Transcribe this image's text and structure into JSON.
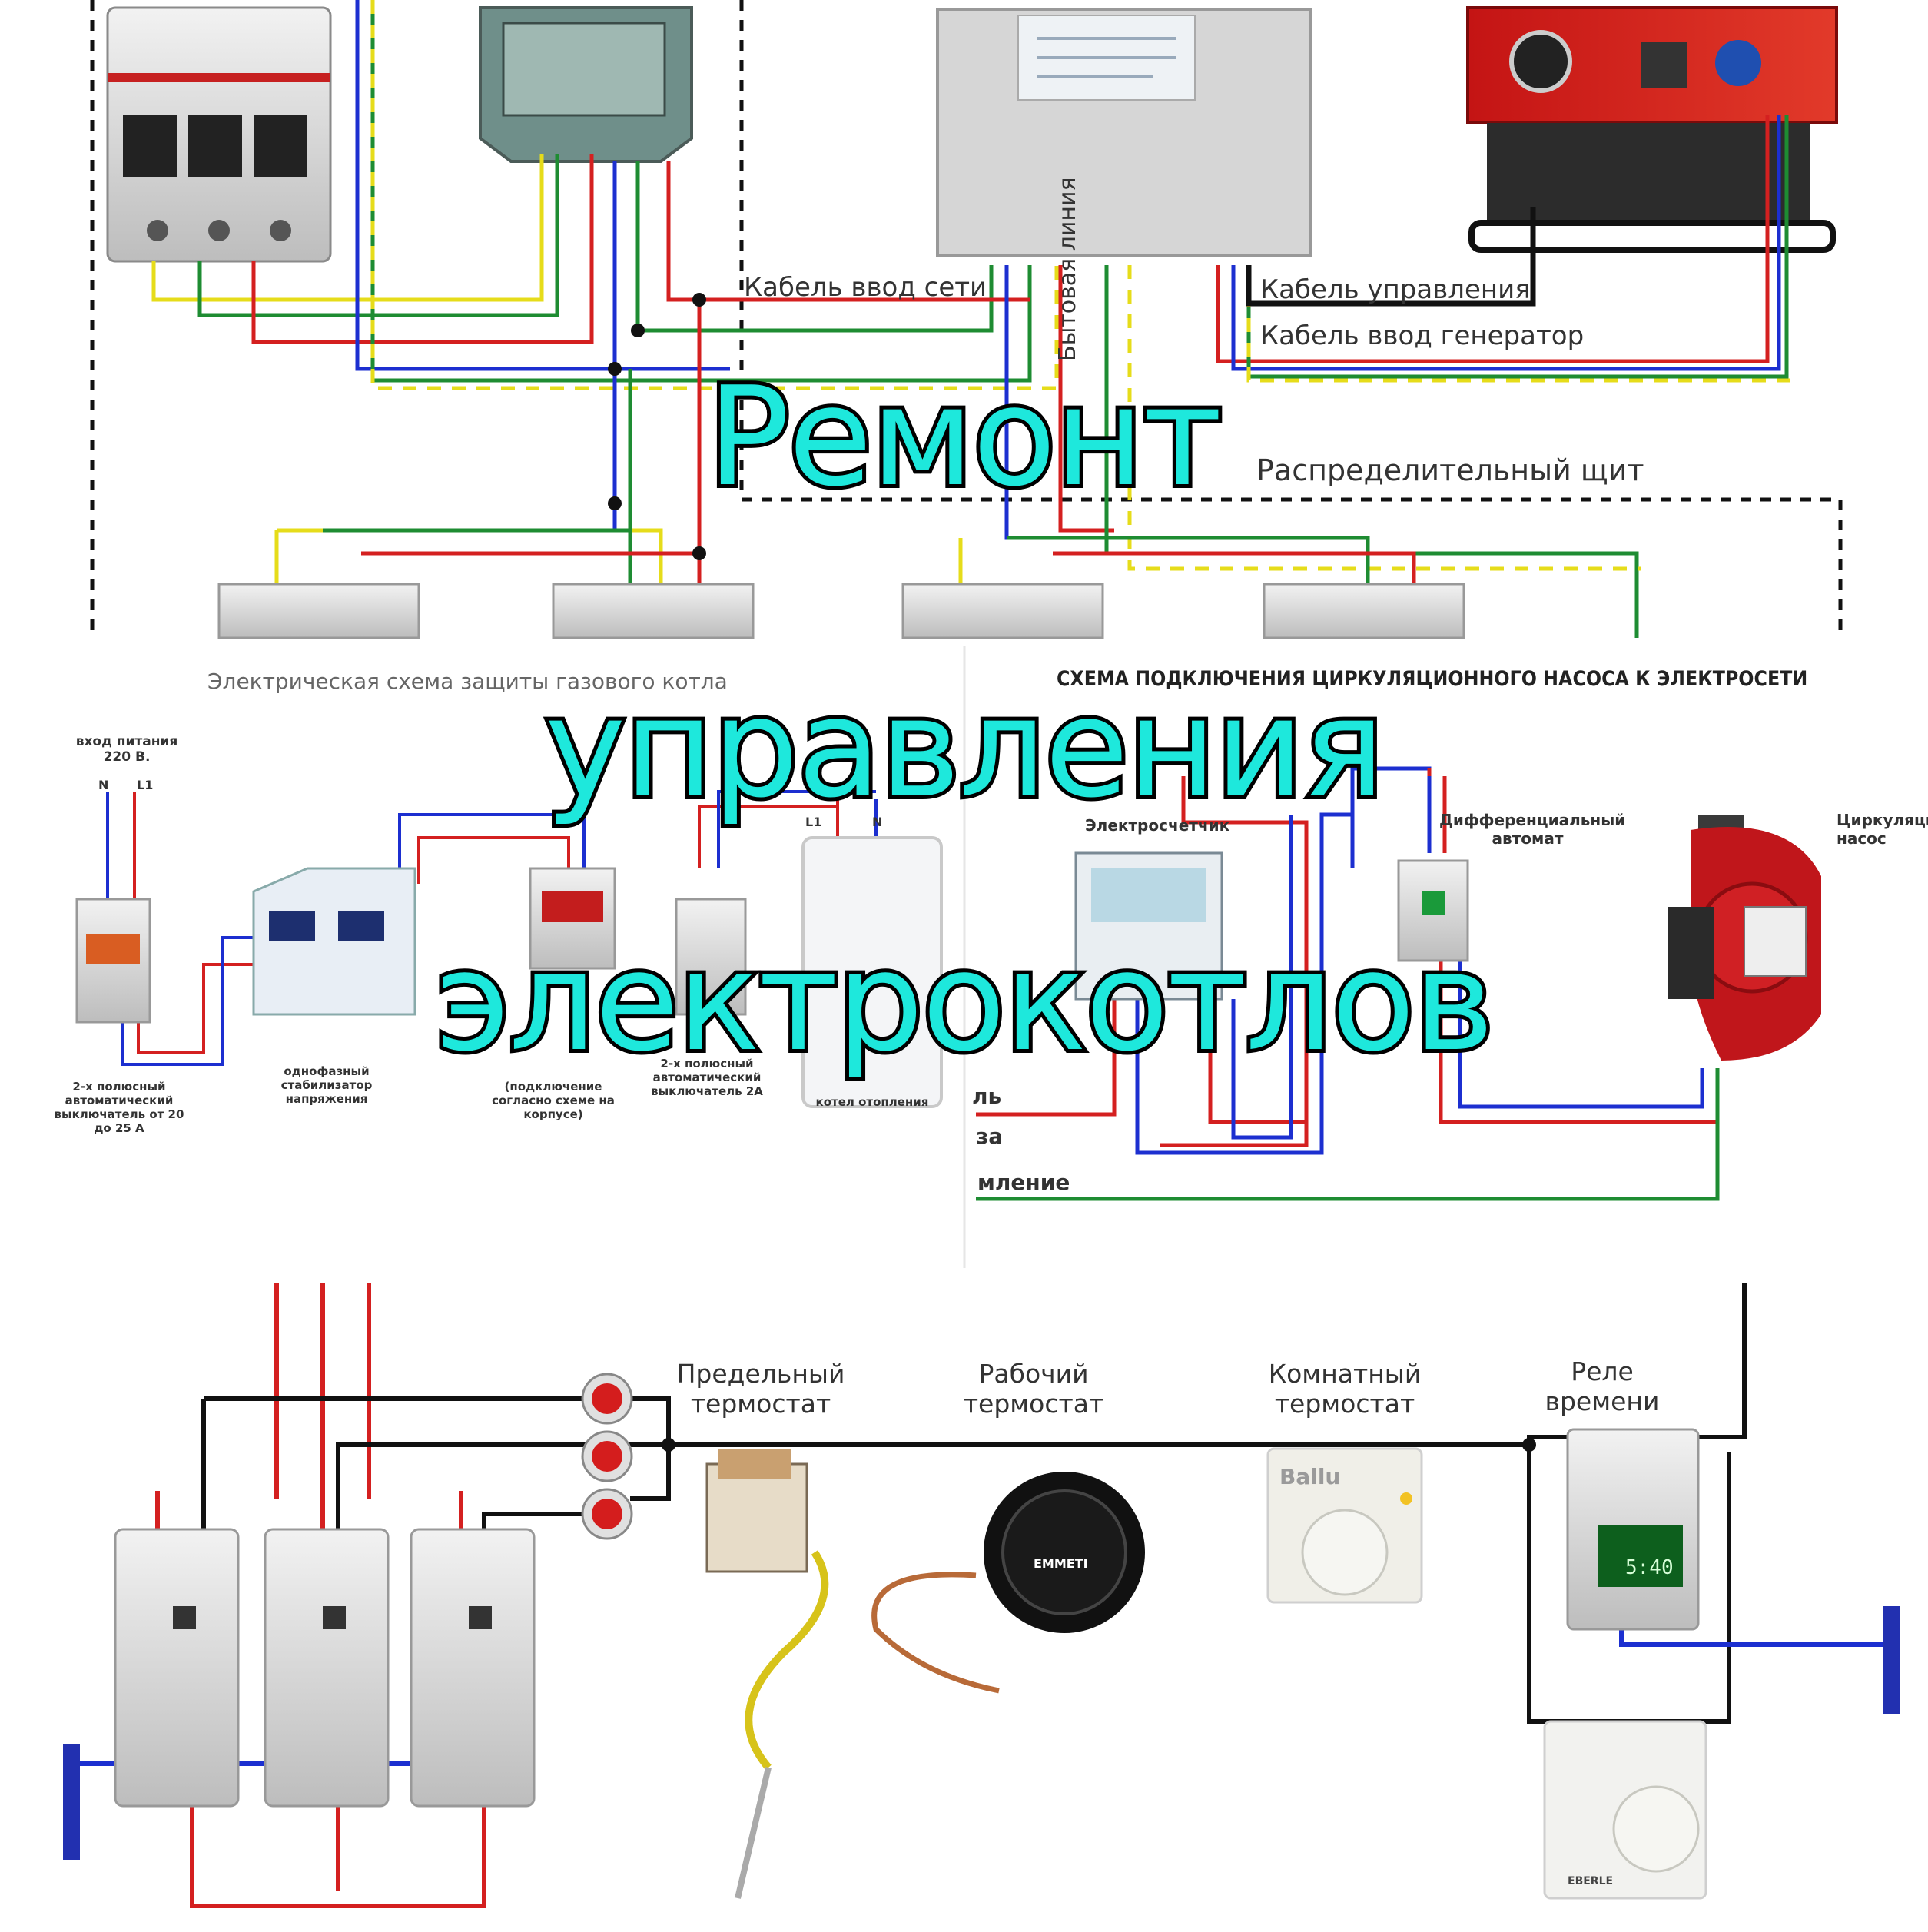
{
  "title": {
    "line1": "Ремонт",
    "line2": "управления",
    "line3": "электрокотлов"
  },
  "top_panel": {
    "cable_mains": "Кабель ввод сети",
    "cable_control": "Кабель управления",
    "cable_generator": "Кабель ввод генератор",
    "line_label": "Бытовая линия",
    "distribution_board": "Распределительный щит"
  },
  "middle_left_panel": {
    "title": "Электрическая схема защиты газового котла",
    "input_label": "вход питания 220 В.",
    "n": "N",
    "l1": "L1",
    "breaker_label": "2-х полюсный автоматический выключатель от 20 до 25 А",
    "stabilizer_label": "однофазный стабилизатор напряжения",
    "relay_label": "(подключение согласно схеме на корпусе)",
    "breaker2_label": "2-х полюсный автоматический выключатель 2А",
    "boiler_label": "котел отопления",
    "boiler_l1": "L1",
    "boiler_n": "N"
  },
  "middle_right_panel": {
    "title": "СХЕМА ПОДКЛЮЧЕНИЯ ЦИРКУЛЯЦИОННОГО НАСОСА К ЭЛЕКТРОСЕТИ",
    "meter": "Электросчетчик",
    "rcbo": "Дифференциальный автомат",
    "pump": "Циркуляционный насос",
    "wire_phase": "Фаза",
    "wire_zero": "Ноль",
    "wire_ground": "Заземление",
    "side_l": "ль",
    "side_a": "за",
    "side_ground": "мление"
  },
  "bottom_panel": {
    "limit_thermostat": "Предельный термостат",
    "work_thermostat": "Рабочий термостат",
    "room_thermostat": "Комнатный термостат",
    "time_relay": "Реле времени",
    "ballu": "Ballu",
    "emmeti": "EMMETI",
    "eberle": "EBERLE",
    "timer_display": "5:40"
  },
  "colors": {
    "title_fill": "#1ee8dc",
    "wire_red": "#d42020",
    "wire_blue": "#1c2fd0",
    "wire_yellow": "#e6dc1a",
    "wire_green": "#1e8c32",
    "wire_black": "#111111"
  }
}
